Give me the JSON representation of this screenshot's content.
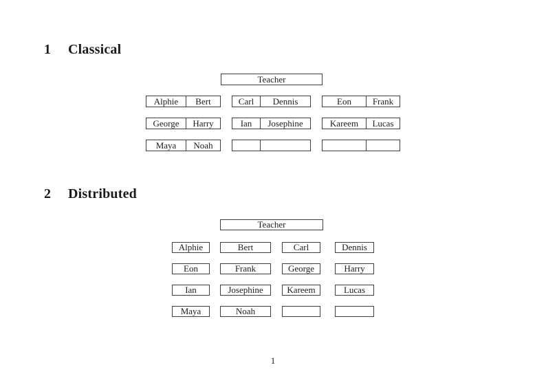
{
  "document": {
    "background_color": "#ffffff",
    "text_color": "#1c1c1c",
    "line_color": "#3f3f3f",
    "page_number": "1"
  },
  "classical": {
    "heading": {
      "number": "1",
      "title": "Classical"
    },
    "teacher_label": "Teacher",
    "desk_rows": [
      [
        [
          "Alphie",
          "Bert"
        ],
        [
          "Carl",
          "Dennis"
        ],
        [
          "Eon",
          "Frank"
        ]
      ],
      [
        [
          "George",
          "Harry"
        ],
        [
          "Ian",
          "Josephine"
        ],
        [
          "Kareem",
          "Lucas"
        ]
      ],
      [
        [
          "Maya",
          "Noah"
        ],
        [
          "",
          ""
        ],
        [
          "",
          ""
        ]
      ]
    ]
  },
  "distributed": {
    "heading": {
      "number": "2",
      "title": "Distributed"
    },
    "teacher_label": "Teacher",
    "desk_rows": [
      [
        "Alphie",
        "Bert",
        "Carl",
        "Dennis"
      ],
      [
        "Eon",
        "Frank",
        "George",
        "Harry"
      ],
      [
        "Ian",
        "Josephine",
        "Kareem",
        "Lucas"
      ],
      [
        "Maya",
        "Noah",
        "",
        ""
      ]
    ]
  }
}
